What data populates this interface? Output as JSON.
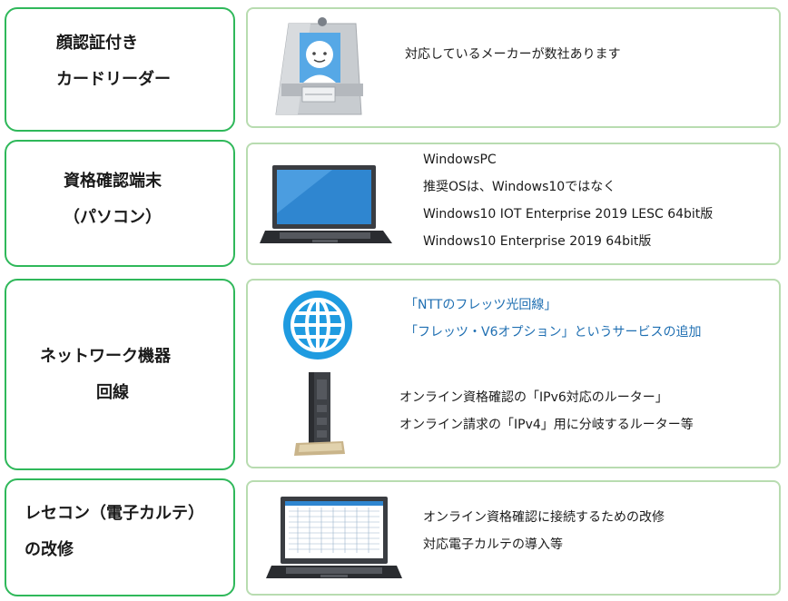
{
  "rows": [
    {
      "label": [
        "顔認証付き",
        "カードリーダー"
      ],
      "icon": "face-auth-card-reader-icon",
      "lines": [
        "対応しているメーカーが数社あります"
      ]
    },
    {
      "label": [
        "資格確認端末",
        "（パソコン）"
      ],
      "icon": "laptop-icon",
      "lines": [
        "WindowsPC",
        "推奨OSは、Windows10ではなく",
        "Windows10 IOT Enterprise 2019 LESC 64bit版",
        "Windows10 Enterprise 2019 64bit版"
      ]
    },
    {
      "label": [
        "ネットワーク機器",
        "回線"
      ],
      "icon_top": "globe-icon",
      "icon_bottom": "router-icon",
      "lines_top": [
        "「NTTのフレッツ光回線」",
        "「フレッツ・V6オプション」というサービスの追加"
      ],
      "lines_bottom": [
        "オンライン資格確認の「IPv6対応のルーター」",
        "オンライン請求の「IPv4」用に分岐するルーター等"
      ]
    },
    {
      "label": [
        "レセコン（電子カルテ）",
        "の改修"
      ],
      "icon": "laptop-with-chart-icon",
      "lines": [
        "オンライン資格確認に接続するための改修",
        "対応電子カルテの導入等"
      ]
    }
  ],
  "colors": {
    "label_border": "#2fb85a",
    "info_border": "#b8dcb0",
    "blue_text": "#1f6fb2"
  }
}
